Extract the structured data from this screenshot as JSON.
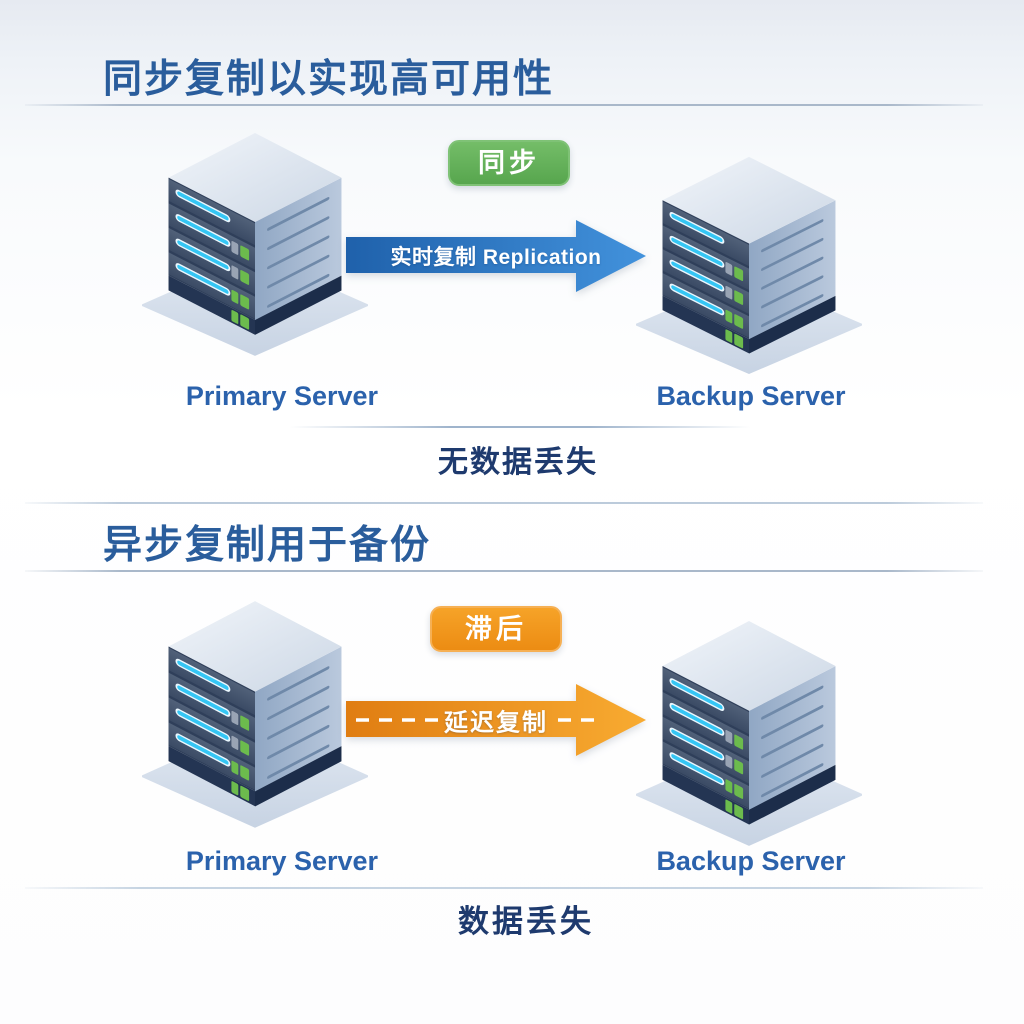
{
  "page": {
    "background_top": "#e6eaf1",
    "background_bottom": "#ffffff"
  },
  "sections": [
    {
      "title": "同步复制以实现高可用性",
      "badge": {
        "label": "同步",
        "color": "#63ae58"
      },
      "arrow": {
        "label": "实时复制 Replication",
        "style": "solid",
        "color_start": "#1f61ab",
        "color_end": "#4292dc"
      },
      "servers": [
        {
          "label": "Primary Server"
        },
        {
          "label": "Backup Server"
        }
      ],
      "caption": "无数据丢失"
    },
    {
      "title": "异步复制用于备份",
      "badge": {
        "label": "滞后",
        "color": "#f0941c"
      },
      "arrow": {
        "label": "延迟复制",
        "style": "dashed",
        "color_start": "#e07d12",
        "color_end": "#f8ab31"
      },
      "servers": [
        {
          "label": "Primary Server"
        },
        {
          "label": "Backup Server"
        }
      ],
      "caption": "数据丢失"
    }
  ],
  "text_colors": {
    "title": "#2a5d9c",
    "server_label": "#2b62ac",
    "caption": "#1e3a6e"
  }
}
